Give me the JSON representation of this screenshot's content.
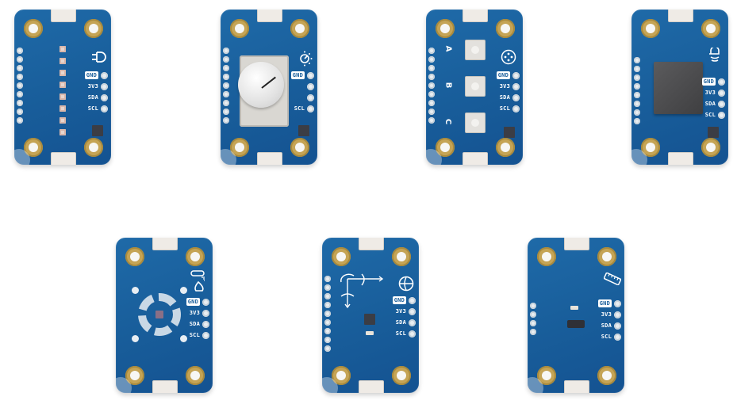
{
  "scene": {
    "description": "Product photo of seven blue Modulino-style I2C breakout boards on a white background",
    "background_color": "#ffffff",
    "board_color": "#1b63a2",
    "pad_color": "#c5a455"
  },
  "boards": [
    {
      "name": "pixels-board",
      "icon": "led-plug-icon",
      "pins": [
        "GND",
        "3V3",
        "SDA",
        "SCL"
      ],
      "component": "8 RGB LEDs"
    },
    {
      "name": "knob-board",
      "icon": "knob-dial-icon",
      "pins": [
        "GND",
        "SCL"
      ],
      "component": "Rotary encoder knob"
    },
    {
      "name": "buttons-board",
      "icon": "button-dots-icon",
      "pins": [
        "GND",
        "3V3",
        "SDA",
        "SCL"
      ],
      "component": "3 push buttons",
      "button_labels": [
        "A",
        "B",
        "C"
      ]
    },
    {
      "name": "buzzer-board",
      "icon": "buzzer-icon",
      "pins": [
        "GND",
        "3V3",
        "SDA",
        "SCL"
      ],
      "component": "Buzzer"
    },
    {
      "name": "thermo-board",
      "icon": "thermometer-drop-icon",
      "pins": [
        "GND",
        "3V3",
        "SDA",
        "SCL"
      ],
      "component": "Temperature & humidity sensor"
    },
    {
      "name": "movement-board",
      "icon": "gyro-globe-icon",
      "pins": [
        "GND",
        "3V3",
        "SDA",
        "SCL"
      ],
      "component": "IMU / movement sensor"
    },
    {
      "name": "distance-board",
      "icon": "ruler-icon",
      "pins": [
        "GND",
        "3V3",
        "SDA",
        "SCL"
      ],
      "component": "Time-of-flight distance sensor"
    }
  ]
}
